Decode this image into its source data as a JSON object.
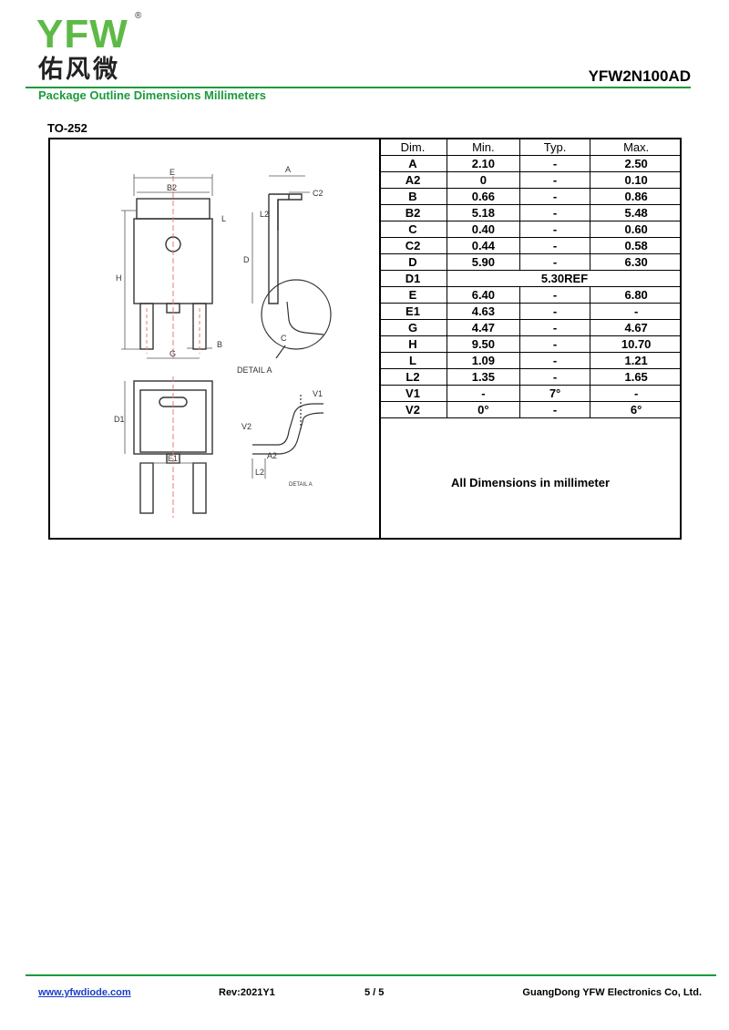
{
  "header": {
    "logo_text": "YFW",
    "logo_cn": "佑风微",
    "registered_mark": "®",
    "part_number": "YFW2N100AD",
    "section_title": "Package Outline Dimensions Millimeters"
  },
  "package": {
    "name": "TO-252",
    "drawing_labels": {
      "E": "E",
      "B2": "B2",
      "A": "A",
      "C2": "C2",
      "L": "L",
      "L2": "L2",
      "H": "H",
      "D": "D",
      "G": "G",
      "B": "B",
      "C": "C",
      "D1": "D1",
      "E1": "E1",
      "A2": "A2",
      "V1": "V1",
      "V2": "V2",
      "detail_a": "DETAIL A"
    },
    "table": {
      "headers": [
        "Dim.",
        "Min.",
        "Typ.",
        "Max."
      ],
      "rows": [
        {
          "dim": "A",
          "min": "2.10",
          "typ": "-",
          "max": "2.50"
        },
        {
          "dim": "A2",
          "min": "0",
          "typ": "-",
          "max": "0.10"
        },
        {
          "dim": "B",
          "min": "0.66",
          "typ": "-",
          "max": "0.86"
        },
        {
          "dim": "B2",
          "min": "5.18",
          "typ": "-",
          "max": "5.48"
        },
        {
          "dim": "C",
          "min": "0.40",
          "typ": "-",
          "max": "0.60"
        },
        {
          "dim": "C2",
          "min": "0.44",
          "typ": "-",
          "max": "0.58"
        },
        {
          "dim": "D",
          "min": "5.90",
          "typ": "-",
          "max": "6.30"
        },
        {
          "dim": "D1",
          "ref": "5.30REF"
        },
        {
          "dim": "E",
          "min": "6.40",
          "typ": "-",
          "max": "6.80"
        },
        {
          "dim": "E1",
          "min": "4.63",
          "typ": "-",
          "max": "-"
        },
        {
          "dim": "G",
          "min": "4.47",
          "typ": "-",
          "max": "4.67"
        },
        {
          "dim": "H",
          "min": "9.50",
          "typ": "-",
          "max": "10.70"
        },
        {
          "dim": "L",
          "min": "1.09",
          "typ": "-",
          "max": "1.21"
        },
        {
          "dim": "L2",
          "min": "1.35",
          "typ": "-",
          "max": "1.65"
        },
        {
          "dim": "V1",
          "min": "-",
          "typ": "7°",
          "max": "-"
        },
        {
          "dim": "V2",
          "min": "0°",
          "typ": "-",
          "max": "6°"
        }
      ],
      "note": "All Dimensions in millimeter"
    }
  },
  "footer": {
    "website": "www.yfwdiode.com",
    "revision": "Rev:2021Y1",
    "page": "5 / 5",
    "company": "GuangDong YFW Electronics Co, Ltd."
  },
  "colors": {
    "brand_green": "#5dba46",
    "rule_green": "#1a9b3c",
    "link_blue": "#1a3cc8"
  }
}
